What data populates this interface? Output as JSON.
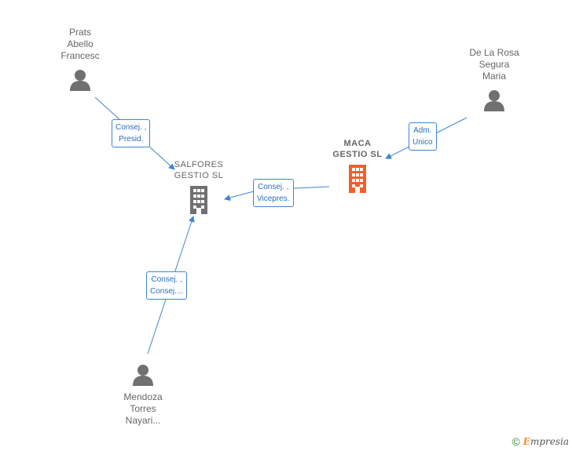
{
  "nodes": {
    "prats": {
      "name": [
        "Prats",
        "Abello",
        "Francesc"
      ]
    },
    "delarosa": {
      "name": [
        "De La Rosa",
        "Segura",
        "Maria"
      ]
    },
    "mendoza": {
      "name": [
        "Mendoza",
        "Torres",
        "Nayari..."
      ]
    },
    "salfores": {
      "name": [
        "SALFORES",
        "GESTIO  SL"
      ]
    },
    "maca": {
      "name": [
        "MACA",
        "GESTIO  SL"
      ]
    }
  },
  "roles": {
    "prats_salfores": [
      "Consej. ,",
      "Presid."
    ],
    "delarosa_maca": [
      "Adm.",
      "Unico"
    ],
    "maca_salfores": [
      "Consej. ,",
      "Vicepres."
    ],
    "mendoza_salfores": [
      "Consej. ,",
      "Consej...."
    ]
  },
  "colors": {
    "edge": "#3d85d4",
    "person_icon": "#707070",
    "company_icon": "#707070",
    "focus_company_icon": "#f0602a"
  },
  "footer": {
    "copyright": "©",
    "brand_initial": "E",
    "brand_rest": "mpresia"
  }
}
